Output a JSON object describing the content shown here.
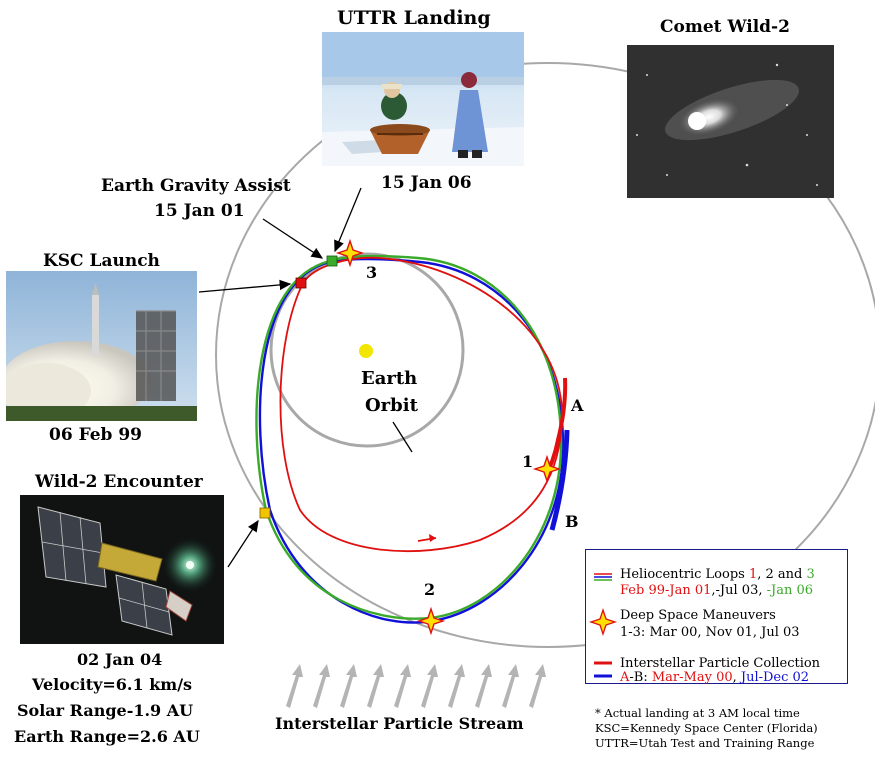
{
  "labels": {
    "uttr_title": "UTTR Landing",
    "uttr_date": "15 Jan 06",
    "comet_title": "Comet Wild-2",
    "ega_title": "Earth Gravity Assist",
    "ega_date": "15 Jan 01",
    "ksc_title": "KSC Launch",
    "ksc_date": "06 Feb 99",
    "earth_orbit_1": "Earth",
    "earth_orbit_2": "Orbit",
    "encounter_title": "Wild-2 Encounter",
    "encounter_date": "02 Jan 04",
    "encounter_velocity": "Velocity=6.1 km/s",
    "encounter_solar": "Solar Range-1.9 AU",
    "encounter_earth": "Earth Range=2.6 AU",
    "stream": "Interstellar Particle Stream",
    "point_A": "A",
    "point_B": "B",
    "dsm_1": "1",
    "dsm_2": "2",
    "dsm_3": "3"
  },
  "legend": {
    "loops_pre": "Heliocentric Loops ",
    "loops_1": "1",
    "loops_mid": ", 2 and ",
    "loops_3": "3",
    "loops_dates_red": "Feb 99-Jan 01",
    "loops_dates_mid": ",-Jul 03, ",
    "loops_dates_green": "-Jan 06",
    "dsm_line1": "Deep Space Maneuvers",
    "dsm_line2": "1-3: Mar 00, Nov 01, Jul 03",
    "ipc_line1": "Interstellar Particle Collection",
    "ipc_ab": "A",
    "ipc_dash": "-B: ",
    "ipc_red": "Mar-May 00",
    "ipc_comma": ", ",
    "ipc_blue": "Jul-Dec 02"
  },
  "notes": {
    "line1": "* Actual landing at 3 AM local time",
    "line2": "KSC=Kennedy Space Center (Florida)",
    "line3": "UTTR=Utah Test and Training Range"
  },
  "colors": {
    "loop1": "#e01010",
    "loop2": "#1010d8",
    "loop3": "#3aaa2a",
    "orbit_gray": "#a8a8a8",
    "sun": "#f2e600",
    "star_fill": "#ffe000",
    "star_stroke": "#e01010",
    "legend_border": "#1a1a8c"
  }
}
